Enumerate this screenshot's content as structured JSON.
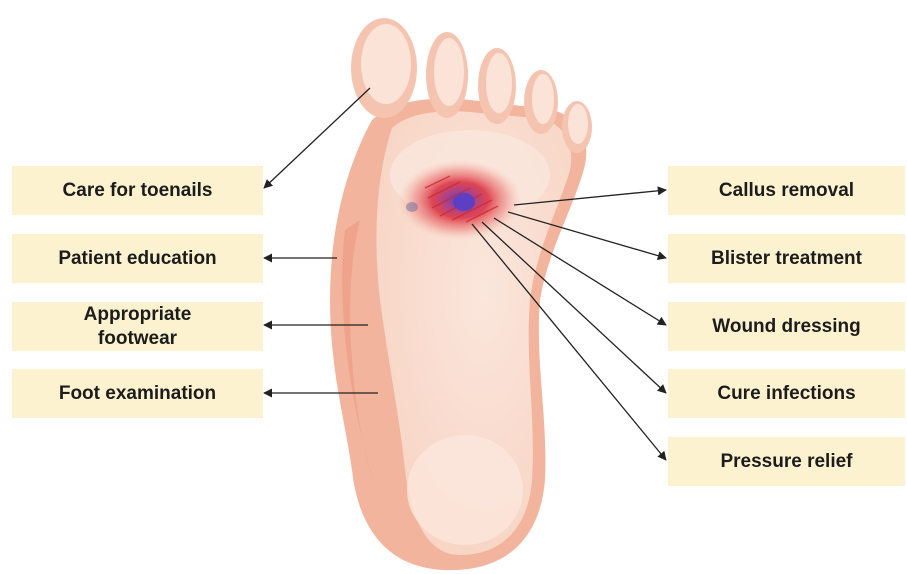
{
  "diagram": {
    "left_labels": [
      {
        "id": "care",
        "text": "Care for toenails"
      },
      {
        "id": "patient",
        "text": "Patient education"
      },
      {
        "id": "footwear",
        "text": "Appropriate\nfootwear"
      },
      {
        "id": "exam",
        "text": "Foot examination"
      }
    ],
    "right_labels": [
      {
        "id": "callus",
        "text": "Callus removal"
      },
      {
        "id": "blister",
        "text": "Blister treatment"
      },
      {
        "id": "wound",
        "text": "Wound dressing"
      },
      {
        "id": "infection",
        "text": "Cure infections"
      },
      {
        "id": "pressure",
        "text": "Pressure relief"
      }
    ]
  },
  "colors": {
    "label_background": "#fdf2cf",
    "label_text": "#1c1c1c",
    "skin": "#f8d8c8",
    "skin_shadow": "#efaa90",
    "wound_red": "#d92a3a",
    "wound_center": "#6a3fb5",
    "arrow": "#222222"
  }
}
